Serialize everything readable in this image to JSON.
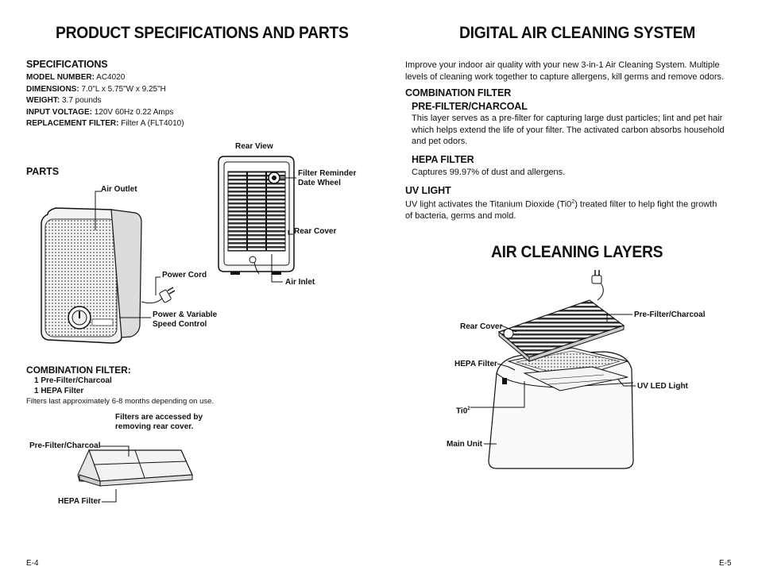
{
  "left": {
    "title": "PRODUCT SPECIFICATIONS AND PARTS",
    "specs_heading": "SPECIFICATIONS",
    "specs": [
      {
        "label": "MODEL NUMBER:",
        "value": " AC4020"
      },
      {
        "label": "DIMENSIONS:",
        "value": " 7.0\"L x 5.75\"W x 9.25\"H"
      },
      {
        "label": "WEIGHT:",
        "value": " 3.7 pounds"
      },
      {
        "label": "INPUT VOLTAGE:",
        "value": " 120V 60Hz 0.22 Amps"
      },
      {
        "label": "REPLACEMENT FILTER:",
        "value": " Filter A (FLT4010)"
      }
    ],
    "parts_heading": "PARTS",
    "labels": {
      "rear_view": "Rear View",
      "air_outlet": "Air Outlet",
      "filter_reminder": "Filter Reminder",
      "date_wheel": "Date Wheel",
      "rear_cover": "Rear Cover",
      "power_cord": "Power Cord",
      "air_inlet": "Air Inlet",
      "power_variable": "Power & Variable",
      "speed_control": "Speed Control"
    },
    "combo_heading": "COMBINATION FILTER:",
    "combo_items": [
      "1 Pre-Filter/Charcoal",
      "1 HEPA Filter"
    ],
    "combo_note": "Filters last approximately 6-8 months depending on use.",
    "access_note_1": "Filters are accessed by",
    "access_note_2": "removing rear cover.",
    "prefilter_label": "Pre-Filter/Charcoal",
    "hepa_label": "HEPA Filter",
    "page_number": "E-4"
  },
  "right": {
    "title": "DIGITAL AIR CLEANING SYSTEM",
    "intro": "Improve your indoor air quality with your new 3-in-1 Air Cleaning System. Multiple levels of cleaning work together to capture allergens, kill germs and remove odors.",
    "combo_heading": "COMBINATION FILTER",
    "prefilter_heading": "PRE-FILTER/CHARCOAL",
    "prefilter_text": "This layer serves as a pre-filter for capturing large dust particles; lint and pet hair which helps extend the life of your filter. The activated carbon absorbs household and pet odors.",
    "hepa_heading": "HEPA FILTER",
    "hepa_text": "Captures 99.97% of dust and allergens.",
    "uv_heading": "UV LIGHT",
    "uv_text_a": "UV light activates the Titanium Dioxide (Ti0",
    "uv_sup": "2",
    "uv_text_b": ") treated filter to help fight the growth of bacteria, germs and mold.",
    "layers_title": "AIR CLEANING LAYERS",
    "labels": {
      "pre_filter": "Pre-Filter/Charcoal",
      "rear_cover": "Rear Cover",
      "hepa_filter": "HEPA Filter",
      "uv_led": "UV LED Light",
      "tio": "Ti0",
      "tio_sup": "2",
      "main_unit": "Main Unit"
    },
    "page_number": "E-5"
  }
}
